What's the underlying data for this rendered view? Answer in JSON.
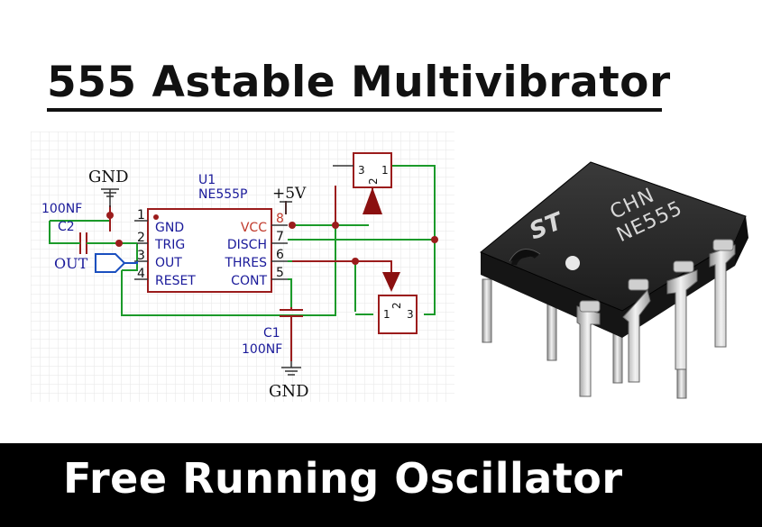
{
  "title": "555 Astable Multivibrator",
  "subtitle": "Free Running Oscillator",
  "schematic": {
    "gnd_top": "GND",
    "gnd_bottom": "GND",
    "vcc_supply": "+5V",
    "u1_ref": "U1",
    "u1_part": "NE555P",
    "c2_value": "100NF",
    "c2_ref": "C2",
    "c1_ref": "C1",
    "c1_value": "100NF",
    "out_label": "OUT",
    "pins_left": [
      {
        "num": "1",
        "name": "GND"
      },
      {
        "num": "2",
        "name": "TRIG"
      },
      {
        "num": "3",
        "name": "OUT"
      },
      {
        "num": "4",
        "name": "RESET"
      }
    ],
    "pins_right": [
      {
        "num": "8",
        "name": "VCC"
      },
      {
        "num": "7",
        "name": "DISCH"
      },
      {
        "num": "6",
        "name": "THRES"
      },
      {
        "num": "5",
        "name": "CONT"
      }
    ],
    "pot_top": {
      "p3": "3",
      "p2": "2",
      "p1": "1"
    },
    "pot_bottom": {
      "p1": "1",
      "p2": "2",
      "p3": "3"
    }
  },
  "chip": {
    "marking_line1": "CHN",
    "marking_line2": "NE555",
    "logo": "ST"
  }
}
